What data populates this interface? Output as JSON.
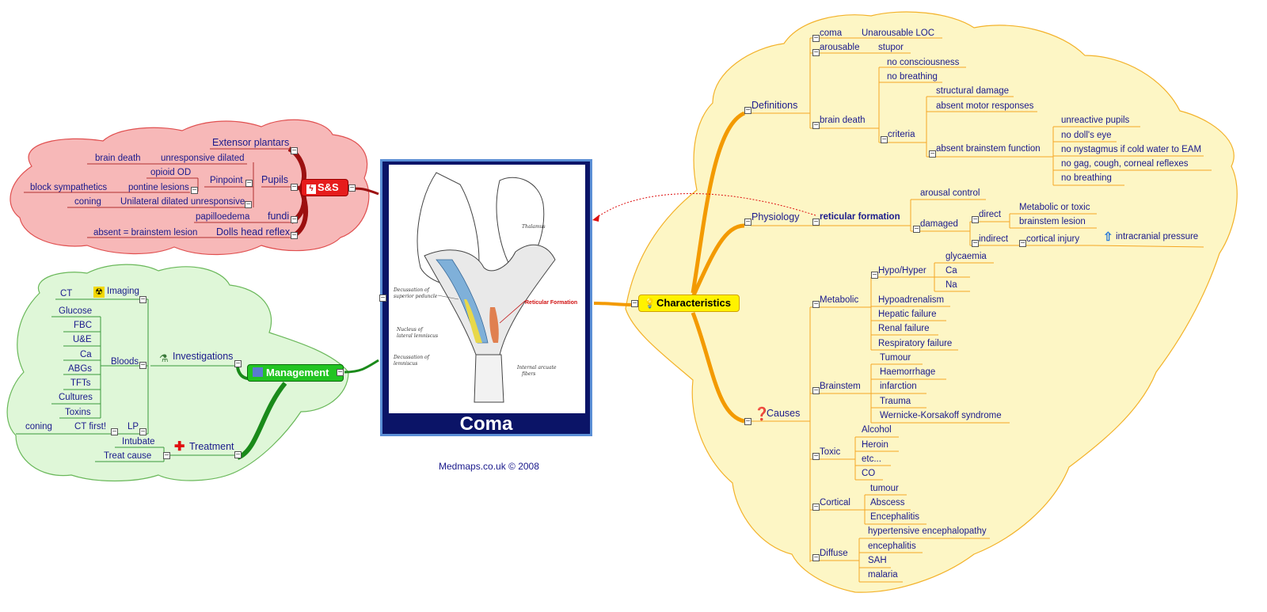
{
  "central": {
    "title": "Coma",
    "image_labels": [
      "Decussation of superior peduncle",
      "Nucleus of lateral lemniscus",
      "Decussation of lemniscus",
      "Reticular Formation",
      "Internal arcuate fibers",
      "Thalamus"
    ]
  },
  "credit": "Medmaps.co.uk © 2008",
  "ss": {
    "title": "S&S",
    "extensor": "Extensor plantars",
    "pupils": "Pupils",
    "brain_death": "brain death",
    "unresponsive_dilated": "unresponsive dilated",
    "opioid": "opioid OD",
    "pinpoint": "Pinpoint",
    "block_symp": "block sympathetics",
    "pontine": "pontine lesions",
    "coning": "coning",
    "unilateral": "Unilateral dilated unresponsive",
    "papilloedema": "papilloedema",
    "fundi": "fundi",
    "absent": "absent = brainstem lesion",
    "dolls": "Dolls head reflex"
  },
  "management": {
    "title": "Management",
    "investigations": "Investigations",
    "imaging": "Imaging",
    "ct": "CT",
    "bloods": "Bloods",
    "bloods_items": [
      "Glucose",
      "FBC",
      "U&E",
      "Ca",
      "ABGs",
      "TFTs",
      "Cultures",
      "Toxins"
    ],
    "lp": "LP",
    "ct_first": "CT first!",
    "coning": "coning",
    "treatment": "Treatment",
    "intubate": "Intubate",
    "treat_cause": "Treat cause"
  },
  "characteristics": {
    "title": "Characteristics",
    "definitions": "Definitions",
    "coma": "coma",
    "unarousable": "Unarousable LOC",
    "arousable": "arousable",
    "stupor": "stupor",
    "brain_death": "brain death",
    "no_consciousness": "no consciousness",
    "no_breathing": "no breathing",
    "criteria": "criteria",
    "structural": "structural damage",
    "absent_motor": "absent motor responses",
    "absent_brainstem": "absent brainstem function",
    "bs_items": [
      "unreactive pupils",
      "no doll's eye",
      "no nystagmus if cold water to EAM",
      "no gag, cough, corneal reflexes",
      "no breathing"
    ],
    "physiology": "Physiology",
    "reticular": "reticular formation",
    "arousal_control": "arousal control",
    "damaged": "damaged",
    "direct": "direct",
    "metabolic_toxic": "Metabolic or toxic",
    "brainstem_lesion": "brainstem lesion",
    "indirect": "indirect",
    "cortical_injury": "cortical injury",
    "icp": "intracranial pressure",
    "causes": "Causes",
    "metabolic": "Metabolic",
    "hypo_hyper": "Hypo/Hyper",
    "hh_items": [
      "glycaemia",
      "Ca",
      "Na"
    ],
    "metabolic_items": [
      "Hypoadrenalism",
      "Hepatic failure",
      "Renal failure",
      "Respiratory failure"
    ],
    "brainstem": "Brainstem",
    "brainstem_items": [
      "Tumour",
      "Haemorrhage",
      "infarction",
      "Trauma",
      "Wernicke-Korsakoff syndrome"
    ],
    "toxic": "Toxic",
    "toxic_items": [
      "Alcohol",
      "Heroin",
      "etc...",
      "CO"
    ],
    "cortical": "Cortical",
    "cortical_items": [
      "tumour",
      "Abscess",
      "Encephalitis"
    ],
    "diffuse": "Diffuse",
    "diffuse_items": [
      "hypertensive encephalopathy",
      "encephalitis",
      "SAH",
      "malaria"
    ]
  },
  "colors": {
    "ss_branch": "#9c1010",
    "mgmt_branch": "#1a8a1a",
    "char_branch": "#f5a000",
    "text": "#1a1a8c"
  }
}
